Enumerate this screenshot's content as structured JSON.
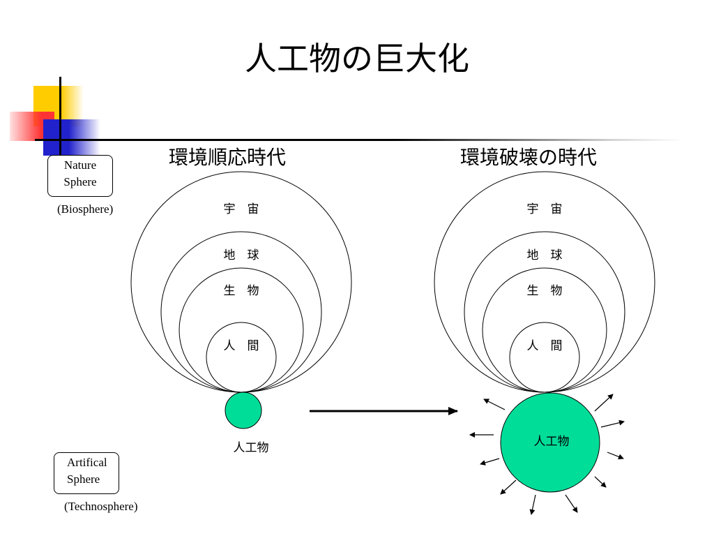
{
  "title": "人工物の巨大化",
  "left_era_title": "環境順応時代",
  "right_era_title": "環境破壊の時代",
  "nature_box": {
    "line1": "Nature",
    "line2": "Sphere"
  },
  "nature_note": "(Biosphere)",
  "artifical_box": {
    "line1": "Artifical",
    "line2": "Sphere"
  },
  "techno_note": "(Technosphere)",
  "circle_labels": {
    "universe": "宇　宙",
    "earth": "地　球",
    "life": "生　物",
    "human": "人　間",
    "artifact": "人工物"
  },
  "colors": {
    "artifact_fill": "#00dd99",
    "accent_yellow": "#ffcc00",
    "accent_red": "#ff3333",
    "accent_blue": "#2222cc"
  }
}
